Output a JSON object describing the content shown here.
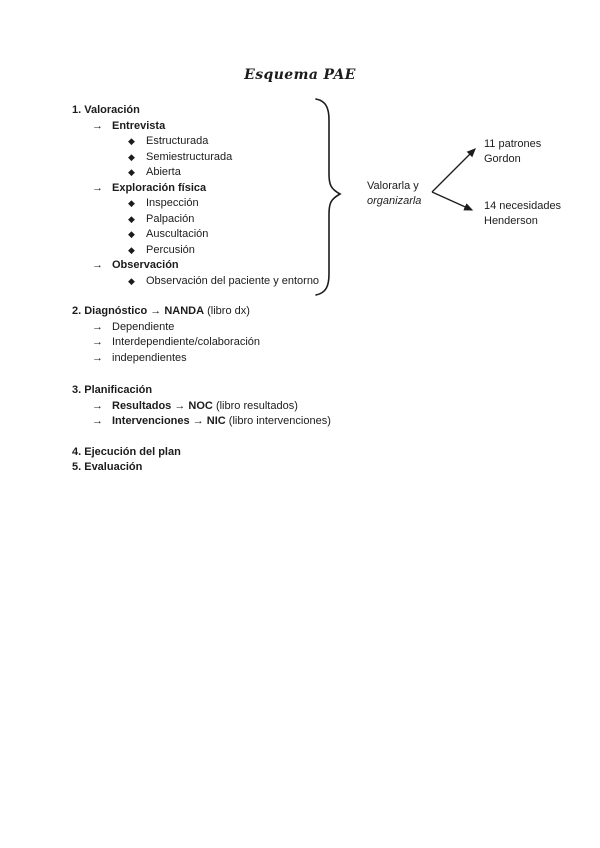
{
  "title": "Esquema PAE",
  "glyphs": {
    "arrow": "→",
    "diamond": "◆",
    "flow_arrow": "→"
  },
  "colors": {
    "ink": "#1c1c1c",
    "background": "#ffffff"
  },
  "sections": {
    "valoracion": {
      "heading": "1. Valoración",
      "entrevista": {
        "label": "Entrevista",
        "options": [
          "Estructurada",
          "Semiestructurada",
          "Abierta"
        ]
      },
      "exploracion": {
        "label": "Exploración física",
        "options": [
          "Inspección",
          "Palpación",
          "Auscultación",
          "Percusión"
        ]
      },
      "observacion": {
        "label": "Observación",
        "options": [
          "Observación del paciente y entorno"
        ]
      }
    },
    "diagnostico": {
      "heading_bold": "2. Diagnóstico",
      "heading_ref": "NANDA",
      "heading_note": "(libro dx)",
      "items": [
        "Dependiente",
        "Interdependiente/colaboración",
        "independientes"
      ]
    },
    "planificacion": {
      "heading": "3. Planificación",
      "items": [
        {
          "bold": "Resultados",
          "ref": "NOC",
          "note": "(libro resultados)"
        },
        {
          "bold": "Intervenciones",
          "ref": "NIC",
          "note": "(libro intervenciones)"
        }
      ]
    },
    "ejecucion": {
      "heading": "4. Ejecución del plan"
    },
    "evaluacion": {
      "heading": "5. Evaluación"
    }
  },
  "diagram": {
    "label_line1": "Valorarla y",
    "label_line2": "organizarla",
    "branches": [
      {
        "line1": "11 patrones",
        "line2": "Gordon"
      },
      {
        "line1": "14 necesidades",
        "line2": "Henderson"
      }
    ]
  }
}
